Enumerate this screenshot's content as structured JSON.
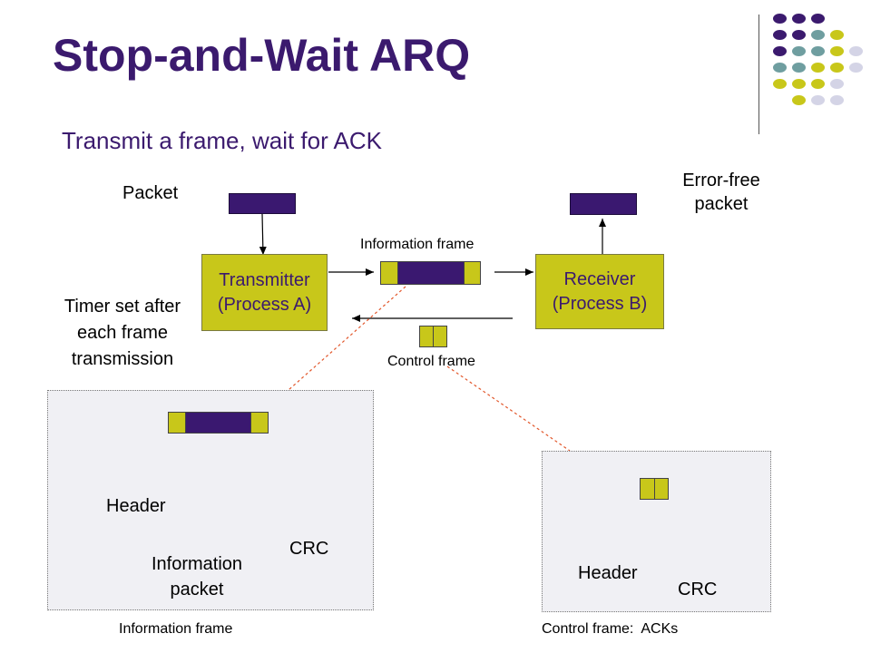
{
  "title": "Stop-and-Wait ARQ",
  "subtitle": "Transmit a frame, wait for ACK",
  "labels": {
    "packet": "Packet",
    "error_free_line1": "Error-free",
    "error_free_line2": "packet",
    "information_frame_top": "Information frame",
    "control_frame_mid": "Control frame",
    "timer_line1": "Timer set after",
    "timer_line2": "each frame",
    "timer_line3": "transmission",
    "header_left": "Header",
    "info_packet_line1": "Information",
    "info_packet_line2": "packet",
    "crc_left": "CRC",
    "header_right": "Header",
    "crc_right": "CRC",
    "caption_left": "Information frame",
    "caption_right": "Control frame:  ACKs"
  },
  "nodes": {
    "transmitter_line1": "Transmitter",
    "transmitter_line2": "(Process A)",
    "receiver_line1": "Receiver",
    "receiver_line2": "(Process B)"
  },
  "colors": {
    "title": "#3b1a6e",
    "frame_yellow": "#c8c71a",
    "frame_purple": "#3a1870",
    "dashed_link": "#e2562a",
    "panel_bg": "#f0f0f4"
  },
  "decoration": {
    "dot_colors": [
      "#3b1a6e",
      "#6f9ea0",
      "#c8c71a",
      "#d4d4e6"
    ]
  }
}
